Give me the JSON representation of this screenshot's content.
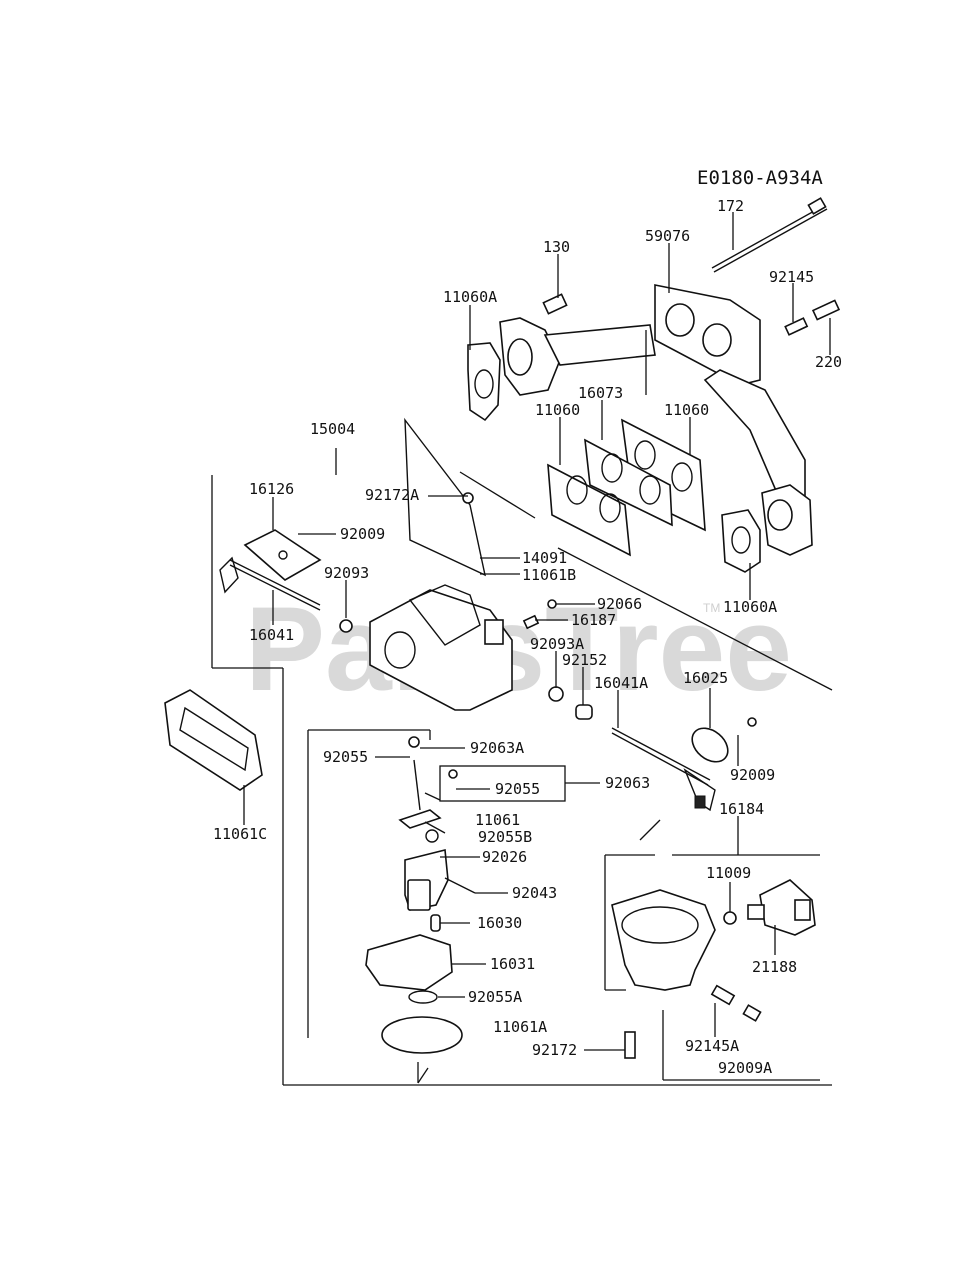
{
  "diagram_code": "E0180-A934A",
  "watermark": "PartsTree",
  "watermark_tm": "TM",
  "labels": {
    "p172": "172",
    "p59076": "59076",
    "p130": "130",
    "p92145": "92145",
    "p11060A_top": "11060A",
    "p220": "220",
    "p16073": "16073",
    "p11060_left": "11060",
    "p11060_right": "11060",
    "p15004": "15004",
    "p16126": "16126",
    "p92172A": "92172A",
    "p92009_top": "92009",
    "p14091": "14091",
    "p11061B": "11061B",
    "p92093": "92093",
    "p11060A_bottom": "11060A",
    "p92066": "92066",
    "p16187": "16187",
    "p16041": "16041",
    "p92093A": "92093A",
    "p92152": "92152",
    "p16041A": "16041A",
    "p16025": "16025",
    "p92055_left": "92055",
    "p92063A": "92063A",
    "p92009_mid": "92009",
    "p92055_right": "92055",
    "p92063": "92063",
    "p11061C": "11061C",
    "p11061": "11061",
    "p92055B": "92055B",
    "p16184": "16184",
    "p92026": "92026",
    "p11009": "11009",
    "p92043": "92043",
    "p16030": "16030",
    "p21188": "21188",
    "p16031": "16031",
    "p92055A": "92055A",
    "p11061A": "11061A",
    "p92172": "92172",
    "p92145A": "92145A",
    "p92009A": "92009A"
  }
}
